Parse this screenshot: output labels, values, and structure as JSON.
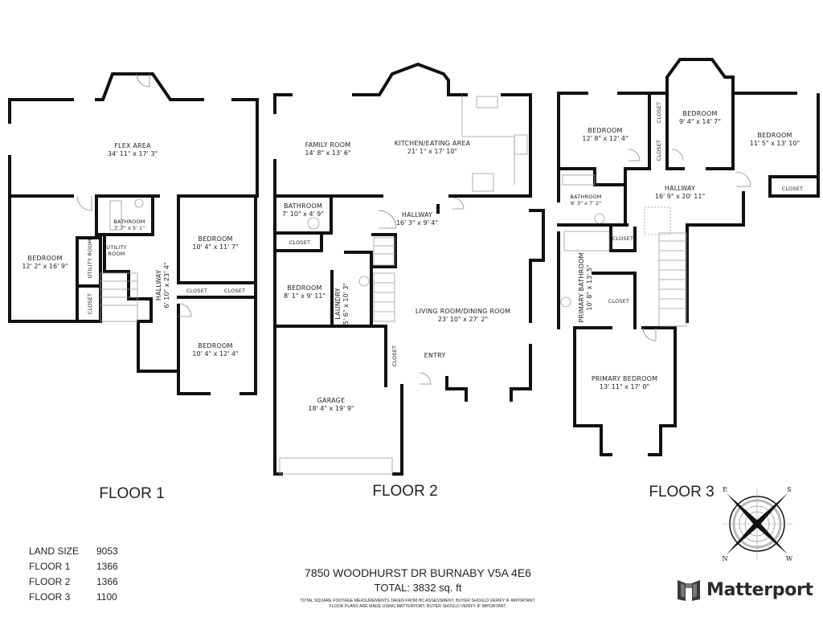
{
  "floors": [
    {
      "title": "FLOOR 1",
      "rooms": [
        {
          "name": "FLEX AREA",
          "dims": "34' 11\" x 17' 3\""
        },
        {
          "name": "BEDROOM",
          "dims": "12' 2\" x 16' 9\""
        },
        {
          "name": "BATHROOM",
          "dims": "7' 7\" x 5' 1\""
        },
        {
          "name": "UTILITY ROOM",
          "dims": ""
        },
        {
          "name": "UTILITY ROOM",
          "dims": ""
        },
        {
          "name": "CLOSET",
          "dims": ""
        },
        {
          "name": "HALLWAY",
          "dims": "6' 10\" x 23' 4\""
        },
        {
          "name": "BEDROOM",
          "dims": "10' 4\" x 11' 7\""
        },
        {
          "name": "CLOSET",
          "dims": ""
        },
        {
          "name": "CLOSET",
          "dims": ""
        },
        {
          "name": "BEDROOM",
          "dims": "10' 4\" x 12' 4\""
        }
      ]
    },
    {
      "title": "FLOOR 2",
      "rooms": [
        {
          "name": "FAMILY ROOM",
          "dims": "14' 8\" x 13' 6\""
        },
        {
          "name": "KITCHEN/EATING AREA",
          "dims": "21' 1\" x 17' 10\""
        },
        {
          "name": "BATHROOM",
          "dims": "7' 10\" x 4' 9\""
        },
        {
          "name": "CLOSET",
          "dims": ""
        },
        {
          "name": "HALLWAY",
          "dims": "16' 3\" x 9' 4\""
        },
        {
          "name": "BEDROOM",
          "dims": "8' 1\" x 9' 11\""
        },
        {
          "name": "LAUNDRY",
          "dims": "5' 6\" x 10' 3\""
        },
        {
          "name": "LIVING ROOM/DINING ROOM",
          "dims": "23' 10\" x 27' 2\""
        },
        {
          "name": "CLOSET",
          "dims": ""
        },
        {
          "name": "ENTRY",
          "dims": ""
        },
        {
          "name": "GARAGE",
          "dims": "18' 4\" x 19' 9\""
        }
      ]
    },
    {
      "title": "FLOOR 3",
      "rooms": [
        {
          "name": "BEDROOM",
          "dims": "12' 8\" x 12' 4\""
        },
        {
          "name": "CLOSET",
          "dims": ""
        },
        {
          "name": "BEDROOM",
          "dims": "9' 4\" x 14' 7\""
        },
        {
          "name": "CLOSET",
          "dims": ""
        },
        {
          "name": "BEDROOM",
          "dims": "11' 5\" x 13' 10\""
        },
        {
          "name": "CLOSET",
          "dims": ""
        },
        {
          "name": "BATHROOM",
          "dims": "9' 3\" x 7' 2\""
        },
        {
          "name": "HALLWAY",
          "dims": "16' 9\" x 20' 11\""
        },
        {
          "name": "CLOSET",
          "dims": ""
        },
        {
          "name": "PRIMARY BATHROOM",
          "dims": "10' 8\" x 13' 5\""
        },
        {
          "name": "CLOSET",
          "dims": ""
        },
        {
          "name": "PRIMARY BEDROOM",
          "dims": "13' 11\" x 17' 0\""
        }
      ]
    }
  ],
  "stats": [
    {
      "label": "LAND SIZE",
      "value": "9053"
    },
    {
      "label": "FLOOR 1",
      "value": "1366"
    },
    {
      "label": "FLOOR 2",
      "value": "1366"
    },
    {
      "label": "FLOOR 3",
      "value": "1100"
    }
  ],
  "address": {
    "line": "7850 WOODHURST DR BURNABY V5A 4E6",
    "total": "TOTAL: 3832 sq. ft",
    "disclaimer1": "TOTAL SQUARE FOOTAGE MEASUREMENTS TAKEN FROM BC ASSESSMENT. BUYER SHOULD VERIFY IF IMPORTANT.",
    "disclaimer2": "FLOOR PLANS ARE MADE USING MATTERPORT. BUYER SHOULD VERIFY IF IMPORTANT."
  },
  "compass": {
    "n": "N",
    "s": "S",
    "e": "E",
    "w": "W"
  },
  "brand": {
    "name": "Matterport",
    "icon": "matterport-logo-icon"
  }
}
